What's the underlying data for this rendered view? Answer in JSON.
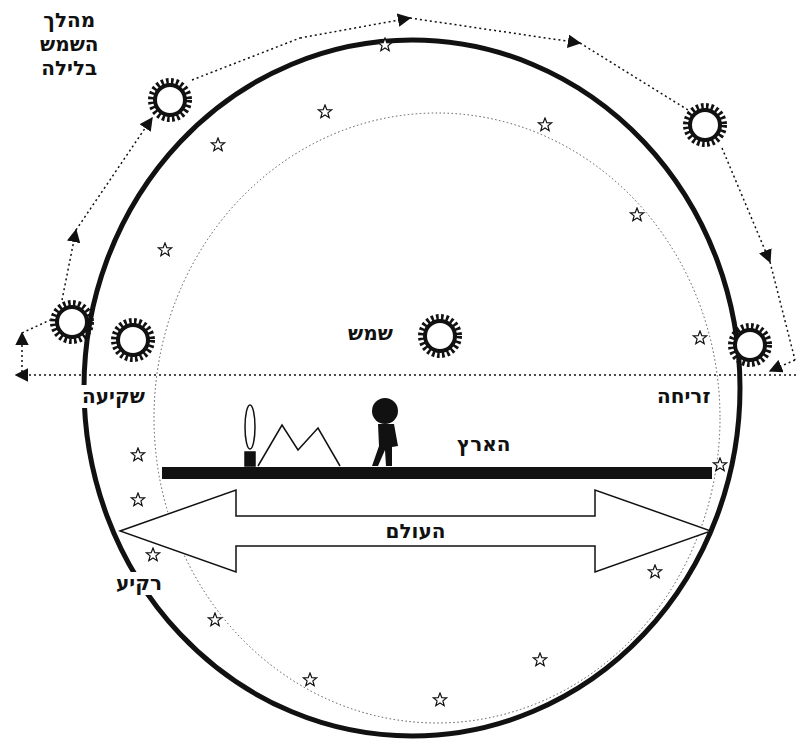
{
  "diagram": {
    "nodes": [
      {
        "text": [
          "העולם"
        ]
      }
    ],
    "labels": [
      "מהלך השמש בלילה",
      "שמש",
      "שקיעה",
      "זריחה",
      "הארץ",
      "רקיע"
    ]
  }
}
